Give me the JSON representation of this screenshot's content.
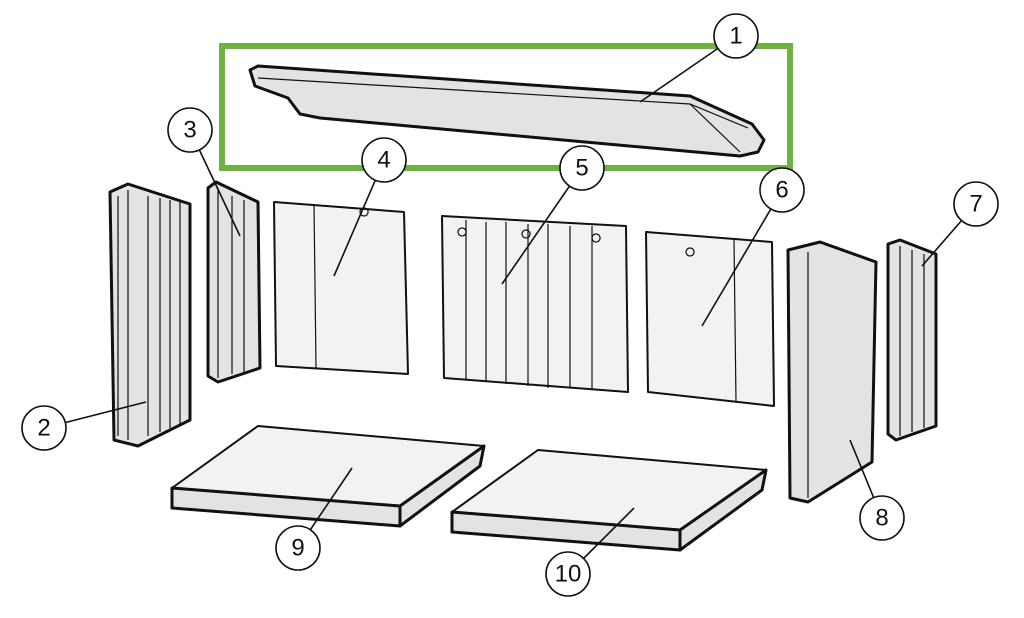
{
  "highlight_color": "#6db33f",
  "line_color": "#111111",
  "part_fill": "#e3e3e3",
  "callouts": [
    {
      "label": "1"
    },
    {
      "label": "2"
    },
    {
      "label": "3"
    },
    {
      "label": "4"
    },
    {
      "label": "5"
    },
    {
      "label": "6"
    },
    {
      "label": "7"
    },
    {
      "label": "8"
    },
    {
      "label": "9"
    },
    {
      "label": "10"
    }
  ],
  "icons": [
    "exploded-parts-diagram"
  ]
}
